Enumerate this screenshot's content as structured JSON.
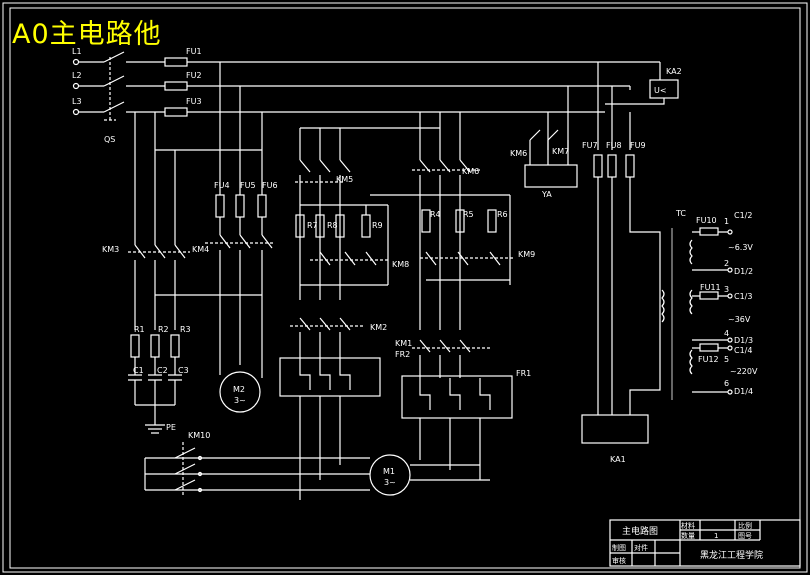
{
  "title": "A0主电路他",
  "phases": [
    {
      "label": "L1",
      "fuse": "FU1"
    },
    {
      "label": "L2",
      "fuse": "FU2"
    },
    {
      "label": "L3",
      "fuse": "FU3"
    }
  ],
  "switch_label": "QS",
  "labels": {
    "fu4": "FU4",
    "fu5": "FU5",
    "fu6": "FU6",
    "fu7": "FU7",
    "fu8": "FU8",
    "fu9": "FU9",
    "km3": "KM3",
    "km4": "KM4",
    "km5": "KM5",
    "km6": "KM6",
    "km7": "KM7",
    "km8": "KM8",
    "km9": "KM9",
    "km2": "KM2",
    "km1": "KM1",
    "km10": "KM10",
    "km6b": "KM6",
    "km7b": "KM7",
    "ka1": "KA1",
    "ka2": "KA2",
    "ka2_box": "U<",
    "ya": "YA",
    "tc": "TC",
    "r1": "R1",
    "r2": "R2",
    "r3": "R3",
    "c1": "C1",
    "c2": "C2",
    "c3": "C3",
    "r4": "R4",
    "r5": "R5",
    "r6": "R6",
    "r7": "R7",
    "r8": "R8",
    "r9": "R9",
    "fr1": "FR1",
    "fr2": "FR2",
    "pe": "PE",
    "m1": "M1",
    "m2": "M2",
    "motor_phase": "3~"
  },
  "transformer": {
    "fu10": "FU10",
    "fu11": "FU11",
    "fu12": "FU12",
    "taps": [
      {
        "n": "1",
        "name": "C1/2"
      },
      {
        "n": "2",
        "name": "D1/2"
      },
      {
        "n": "3",
        "name": "C1/3"
      },
      {
        "n": "4",
        "name": "D1/3"
      },
      {
        "n": "5",
        "name": "C1/4"
      },
      {
        "n": "6",
        "name": "D1/4"
      }
    ],
    "v1": "~6.3V",
    "v2": "~36V",
    "v3": "~220V"
  },
  "title_block": {
    "name": "主电路图",
    "material": "材料",
    "scale": "比例",
    "qty": "数量",
    "qty_val": "1",
    "drawing_no": "图号",
    "draw": "制图",
    "check": "审核",
    "proof": "对件",
    "school": "黑龙江工程学院"
  },
  "colors": {
    "wire": "#ffffff",
    "title": "#ffff00",
    "background": "#000000"
  }
}
